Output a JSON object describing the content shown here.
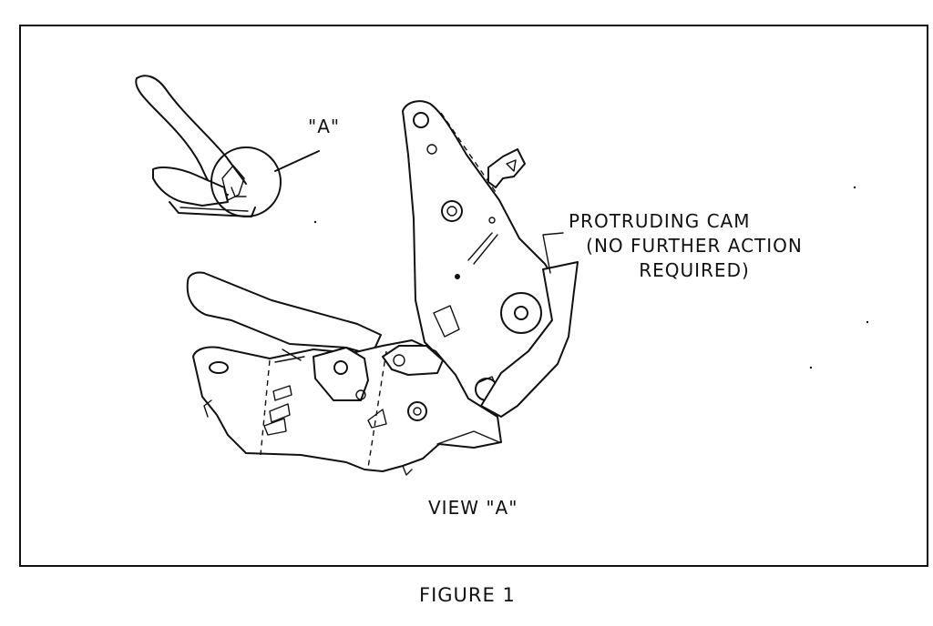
{
  "labels": {
    "detail_callout": "\"A\"",
    "cam_line1": "PROTRUDING CAM",
    "cam_line2": "(NO FURTHER ACTION",
    "cam_line3": "REQUIRED)",
    "view": "VIEW \"A\"",
    "figure_caption": "FIGURE 1"
  },
  "colors": {
    "ink": "#111111",
    "paper": "#ffffff"
  }
}
